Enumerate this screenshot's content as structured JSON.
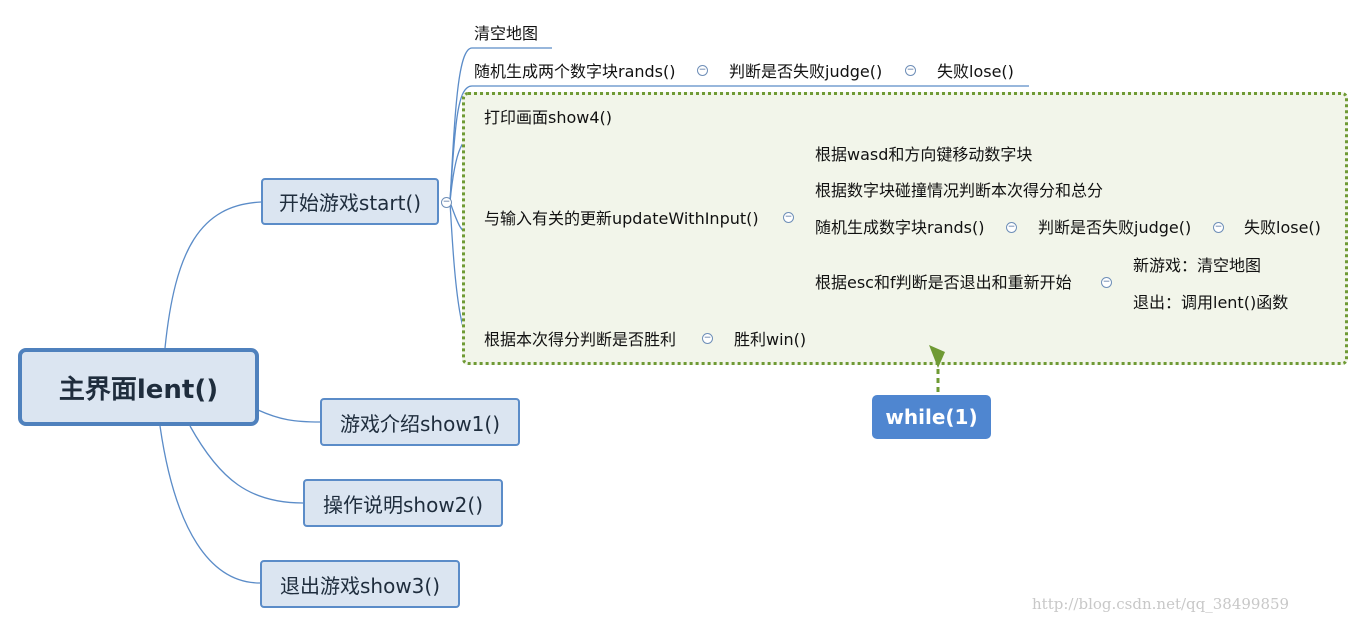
{
  "root": {
    "label": "主界面lent()"
  },
  "level1": [
    {
      "id": "start",
      "label": "开始游戏start()"
    },
    {
      "id": "show1",
      "label": "游戏介绍show1()"
    },
    {
      "id": "show2",
      "label": "操作说明show2()"
    },
    {
      "id": "show3",
      "label": "退出游戏show3()"
    }
  ],
  "start_children": {
    "clear_map": "清空地图",
    "rands": "随机生成两个数字块rands()",
    "judge": "判断是否失败judge()",
    "lose": "失败lose()",
    "show4": "打印画面show4()",
    "update_input": "与输入有关的更新updateWithInput()",
    "win_judge": "根据本次得分判断是否胜利",
    "win": "胜利win()"
  },
  "update_children": {
    "move": "根据wasd和方向键移动数字块",
    "score": "根据数字块碰撞情况判断本次得分和总分",
    "rands": "随机生成数字块rands()",
    "judge": "判断是否失败judge()",
    "lose": "失败lose()",
    "esc": "根据esc和f判断是否退出和重新开始",
    "new_game": "新游戏：清空地图",
    "quit": "退出：调用lent()函数"
  },
  "loop": {
    "label": "while(1)"
  },
  "watermark": "http://blog.csdn.net/qq_38499859",
  "colors": {
    "node_fill": "#dbe5f1",
    "node_border": "#4f81bd",
    "line": "#5b8cc8",
    "loop_border": "#6f9a34",
    "loop_fill": "#f2f5ea",
    "while_fill": "#4f86d0"
  }
}
